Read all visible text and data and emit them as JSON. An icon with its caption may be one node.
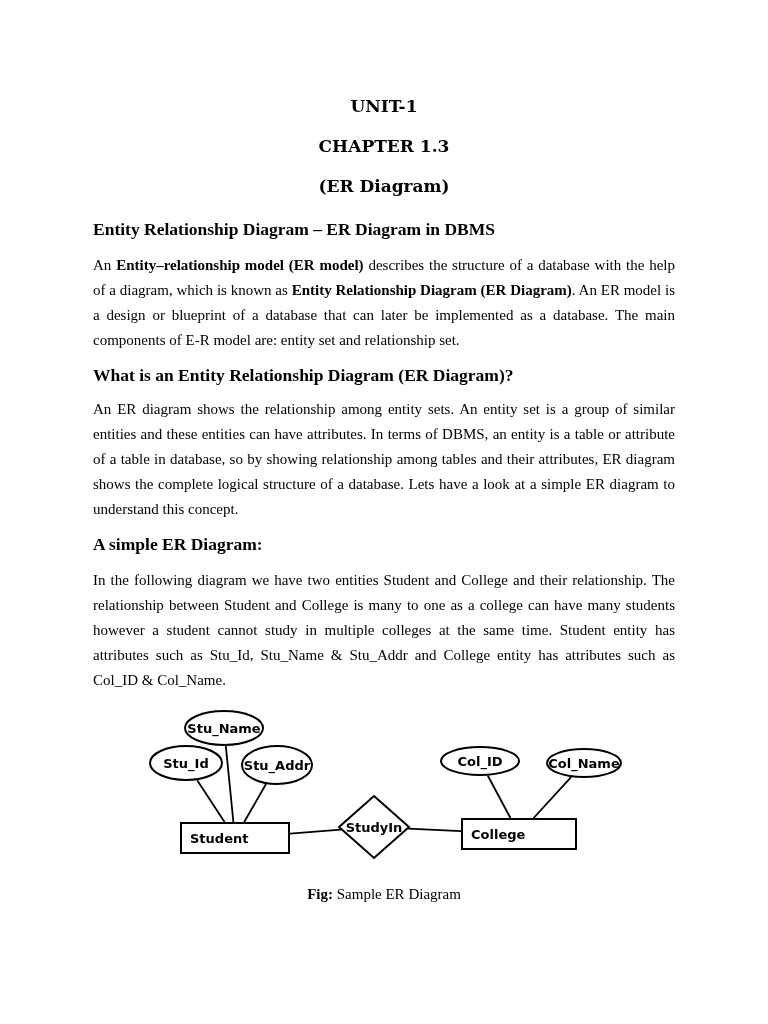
{
  "diagram": {
    "title": "UNIT-1",
    "caption": "**Fig:** Sample ER Diagram",
    "labels": [
      "CHAPTER 1.3",
      "(ER Diagram)",
      "Entity Relationship Diagram – ER Diagram in DBMS",
      "An **Entity–relationship model (ER model)** describes the structure of a database with the help of a diagram, which is known as **Entity Relationship Diagram (ER Diagram)**. An ER model is a design or blueprint of a database that can later be implemented as a database. The main components of E-R model are: entity set and relationship set.",
      "What is an Entity Relationship Diagram (ER Diagram)?",
      "An ER diagram shows the relationship among entity sets. An entity set is a group of similar entities and these entities can have attributes. In terms of DBMS, an entity is a table or attribute of a table in database, so by showing relationship among tables and their attributes, ER diagram shows the complete logical structure of a database. Lets have a look at a simple ER diagram to understand this concept.",
      "A simple ER Diagram:",
      "In the following diagram we have two entities Student and College and their relationship. The relationship between Student and College is many to one as a college can have many students however a student cannot study in multiple colleges at the same time. Student entity has attributes such as Stu_Id, Stu_Name & Stu_Addr and College entity has attributes such as Col_ID & Col_Name."
    ],
    "nodes": [
      {
        "text": [
          "Stu_Name"
        ]
      },
      {
        "text": [
          "Stu_Id"
        ]
      },
      {
        "text": [
          "Stu_Addr"
        ]
      },
      {
        "text": [
          "Col_ID"
        ]
      },
      {
        "text": [
          "Col_Name"
        ]
      },
      {
        "text": [
          "Student"
        ]
      },
      {
        "text": [
          "StudyIn"
        ]
      },
      {
        "text": [
          "College"
        ]
      }
    ],
    "edges": [
      {
        "from": 1,
        "to": 5,
        "arrow": "none"
      },
      {
        "from": 0,
        "to": 5,
        "arrow": "none"
      },
      {
        "from": 2,
        "to": 5,
        "arrow": "none"
      },
      {
        "from": 5,
        "to": 6,
        "arrow": "none"
      },
      {
        "from": 6,
        "to": 7,
        "arrow": "none"
      },
      {
        "from": 3,
        "to": 7,
        "arrow": "none"
      },
      {
        "from": 4,
        "to": 7,
        "arrow": "none"
      }
    ]
  }
}
